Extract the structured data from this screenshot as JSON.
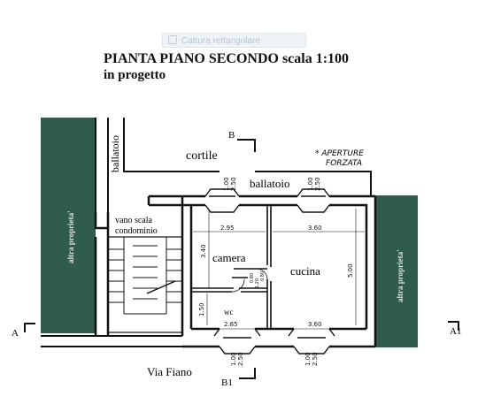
{
  "overlay": {
    "label": "Cattura rettangolare"
  },
  "header": {
    "title": "PIANTA PIANO SECONDO   scala 1:100",
    "subtitle": "in  progetto"
  },
  "labels": {
    "ballatoio_v": "ballatoio",
    "ballatoio_h": "ballatoio",
    "cortile": "cortile",
    "note_1": "* APERTURE",
    "note_2": "FORZATA",
    "vano_1": "vano scala",
    "vano_2": "condominio",
    "altra_left": "altra  proprieta'",
    "altra_right": "altra  proprieta'",
    "camera": "camera",
    "cucina": "cucina",
    "wc": "wc",
    "via": "Via  Fiano",
    "sec_B": "B",
    "sec_B1": "B1",
    "sec_A": "A",
    "sec_A1": "A1"
  },
  "dimensions": {
    "top_win1_a": "1.00",
    "top_win1_b": "2.50",
    "top_win2_a": "1.00",
    "top_win2_b": "2.50",
    "camera_w": "2.95",
    "cucina_w": "3.60",
    "camera_h": "3.40",
    "cucina_h": "5.00",
    "wc_h": "1.50",
    "wc_w": "2.85",
    "bottom_w": "3.60",
    "bot_win1_a": "1.00",
    "bot_win1_b": "2.50",
    "bot_win2_a": "1.00",
    "bot_win2_b": "2.50",
    "small_1": "0.80",
    "small_2": "1.20",
    "small_3": "0.80"
  }
}
